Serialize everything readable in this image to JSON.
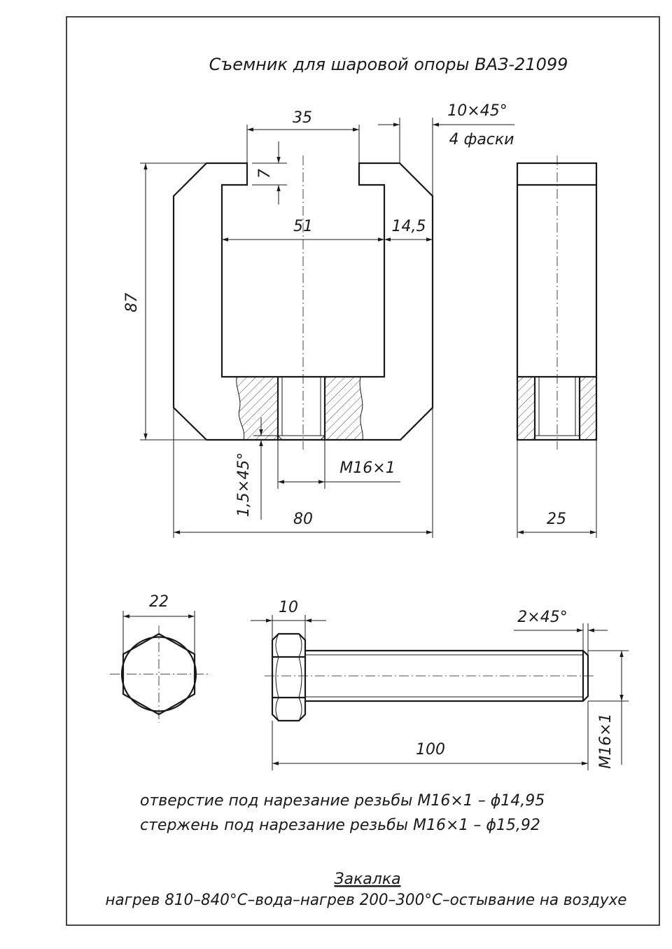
{
  "title": "Съемник для шаровой опоры ВАЗ-21099",
  "dimensions": {
    "width_35": "35",
    "chamfer": "10×45°",
    "chamfer_count": "4 фаски",
    "depth_7": "7",
    "inner_51": "51",
    "wall_14_5": "14,5",
    "height_87": "87",
    "thread_hole": "M16×1",
    "chamfer_hole": "1,5×45°",
    "width_80": "80",
    "thickness_25": "25",
    "hex_22": "22",
    "head_10": "10",
    "bolt_chamfer": "2×45°",
    "bolt_length_100": "100",
    "bolt_thread": "M16×1"
  },
  "notes": {
    "line1": "отверстие под нарезание резьбы M16×1 – ϕ14,95",
    "line2": "стержень под нарезание резьбы M16×1 – ϕ15,92"
  },
  "hardening": {
    "title": "Закалка",
    "text": "нагрев 810–840°С–вода–нагрев 200–300°С–остывание на воздухе"
  }
}
